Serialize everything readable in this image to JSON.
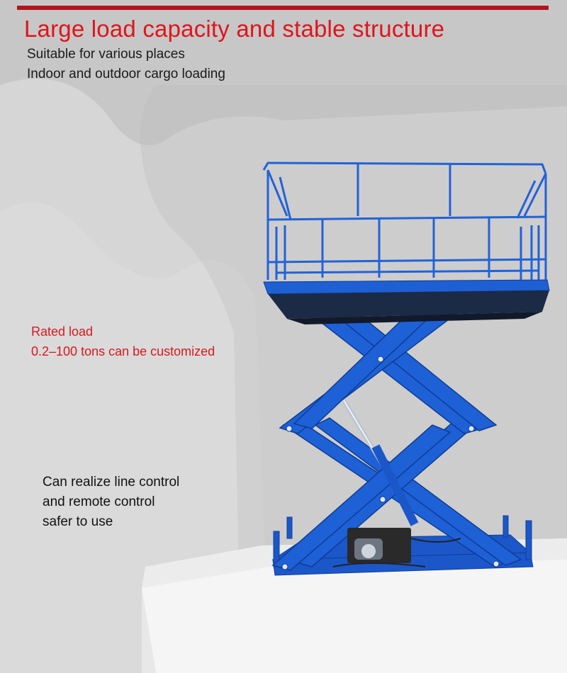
{
  "headline": "Large load capacity and stable structure",
  "subtitle": {
    "line1": "Suitable for various places",
    "line2": "Indoor and outdoor cargo loading"
  },
  "rated_load": {
    "line1": "Rated load",
    "line2": "0.2–100 tons can be customized"
  },
  "control": {
    "line1": "Can realize line control",
    "line2": "and remote control",
    "line3": "safer to use"
  },
  "colors": {
    "accent_red": "#e0141b",
    "lift_blue": "#1b57c9",
    "background_gray": "#c9c9c9"
  }
}
